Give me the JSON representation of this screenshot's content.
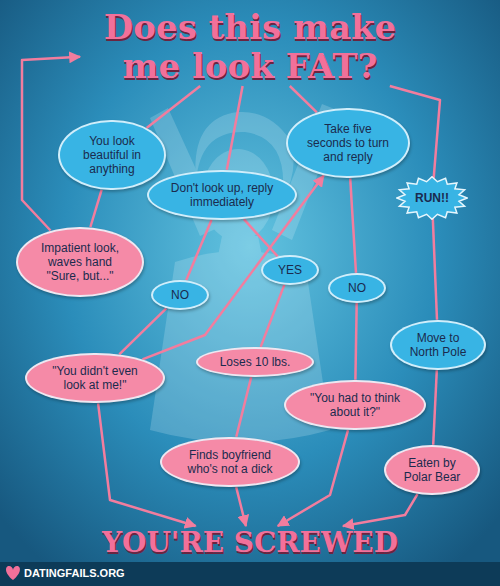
{
  "diagram": {
    "nodes": [
      {
        "text": [
          "Does this make me look FAT?"
        ]
      },
      {
        "text": [
          "You look beautiful in anything"
        ]
      },
      {
        "text": [
          "Don't look up, reply immediately"
        ]
      },
      {
        "text": [
          "Take five seconds to turn and reply"
        ]
      },
      {
        "text": [
          "RUN!!"
        ]
      },
      {
        "text": [
          "Impatient look, waves hand \"Sure, but...\""
        ]
      },
      {
        "text": [
          "NO"
        ]
      },
      {
        "text": [
          "YES"
        ]
      },
      {
        "text": [
          "NO"
        ]
      },
      {
        "text": [
          "Move to North Pole"
        ]
      },
      {
        "text": [
          "\"You didn't even look at me!\""
        ]
      },
      {
        "text": [
          "Loses 10 lbs."
        ]
      },
      {
        "text": [
          "\"You had to think about it?\""
        ]
      },
      {
        "text": [
          "Finds boyfriend who's not a dick"
        ]
      },
      {
        "text": [
          "Eaten by Polar Bear"
        ]
      },
      {
        "text": [
          "YOU'RE SCREWED"
        ]
      }
    ],
    "edges": [
      {
        "from": 0,
        "to": 1,
        "arrow": "none"
      },
      {
        "from": 0,
        "to": 2,
        "arrow": "none"
      },
      {
        "from": 0,
        "to": 3,
        "arrow": "none"
      },
      {
        "from": 0,
        "to": 4,
        "arrow": "none"
      },
      {
        "from": 1,
        "to": 5,
        "arrow": "none"
      },
      {
        "from": 5,
        "to": 0,
        "arrow": "to"
      },
      {
        "from": 2,
        "to": 6,
        "arrow": "none"
      },
      {
        "from": 2,
        "to": 7,
        "arrow": "none"
      },
      {
        "from": 6,
        "to": 10,
        "arrow": "none"
      },
      {
        "from": 10,
        "to": 3,
        "arrow": "to"
      },
      {
        "from": 10,
        "to": 15,
        "arrow": "to"
      },
      {
        "from": 7,
        "to": 11,
        "arrow": "none"
      },
      {
        "from": 11,
        "to": 13,
        "arrow": "none"
      },
      {
        "from": 13,
        "to": 15,
        "arrow": "to"
      },
      {
        "from": 3,
        "to": 8,
        "arrow": "none"
      },
      {
        "from": 8,
        "to": 12,
        "arrow": "none"
      },
      {
        "from": 12,
        "to": 15,
        "arrow": "to"
      },
      {
        "from": 4,
        "to": 9,
        "arrow": "none"
      },
      {
        "from": 9,
        "to": 14,
        "arrow": "none"
      },
      {
        "from": 14,
        "to": 15,
        "arrow": "to"
      }
    ],
    "labels": [
      "DATINGFAILS.ORG"
    ]
  }
}
